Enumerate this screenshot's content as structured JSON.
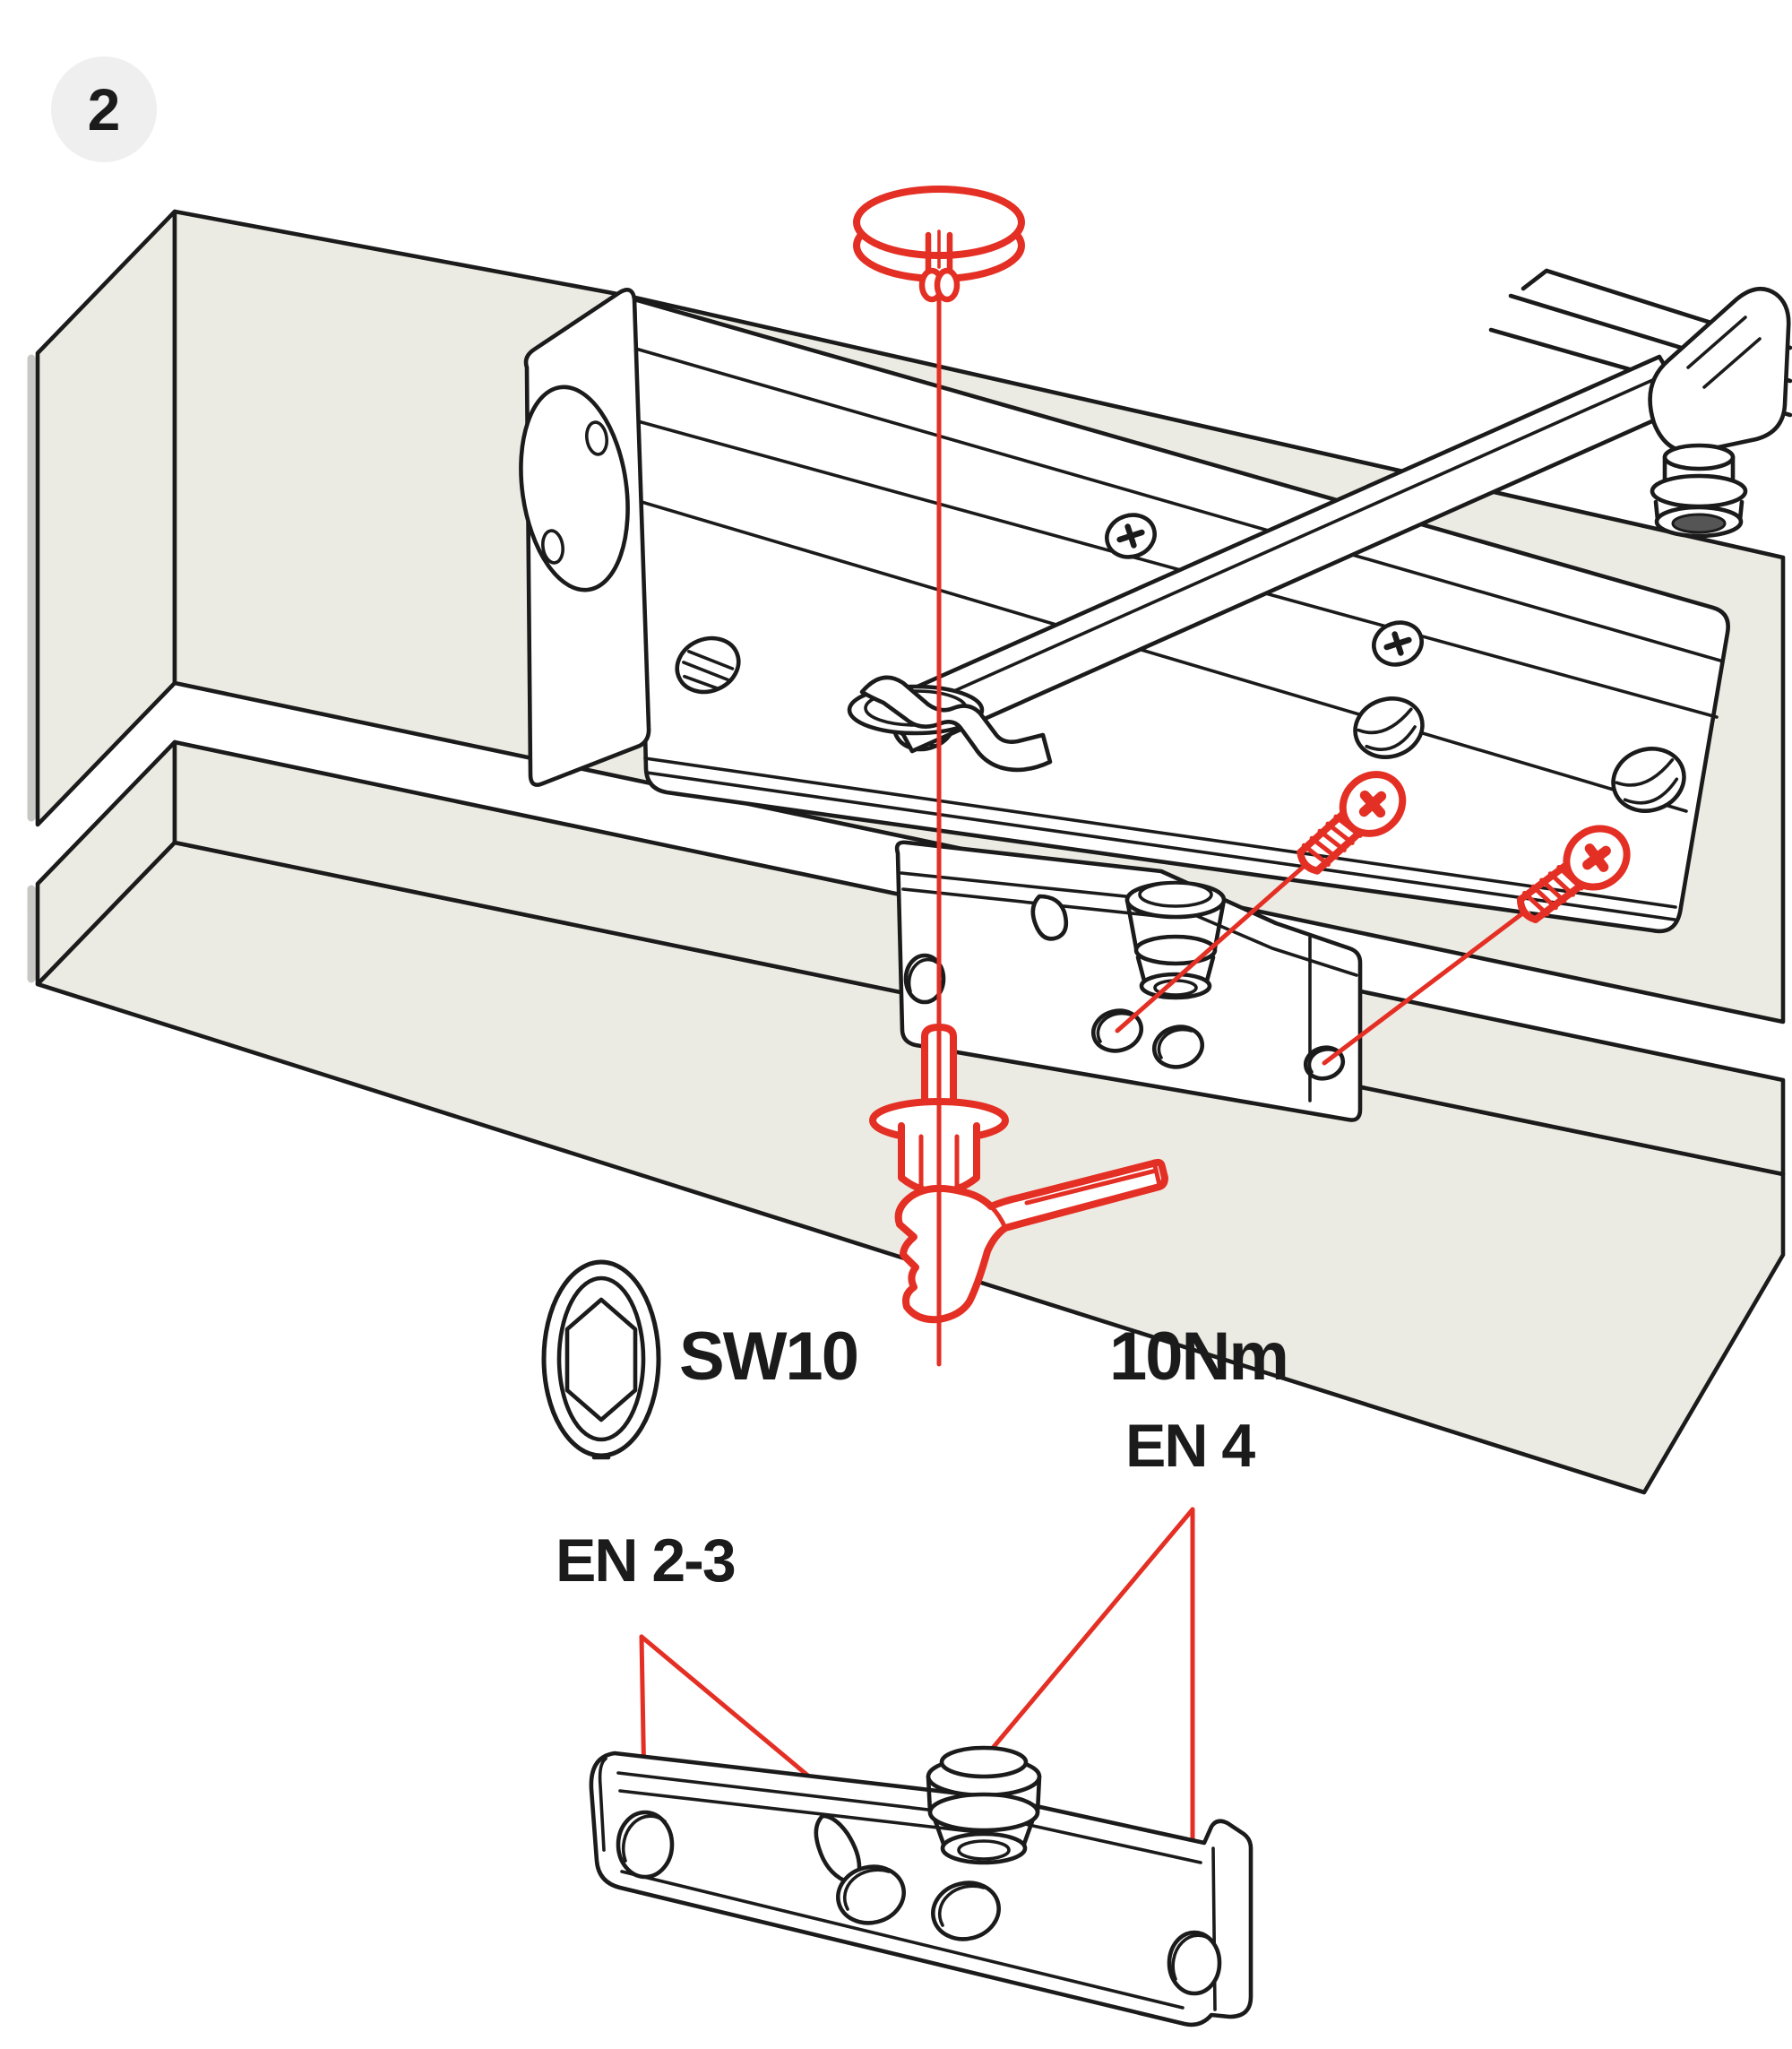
{
  "step": {
    "number": "2"
  },
  "labels": {
    "tool_size": "SW10",
    "torque": "10Nm",
    "en4": "EN 4",
    "en23": "EN 2-3"
  },
  "colors": {
    "accent_red": "#e42f24",
    "panel": "#ecebe3",
    "outline": "#1b1b1b",
    "badge_bg": "#efefef",
    "text": "#1b1b1b"
  },
  "icons": {
    "step_badge": "step-number-badge",
    "hex_socket": "hex-socket-icon",
    "open_end_wrench": "open-end-wrench-icon",
    "cover_cap": "cover-cap-icon",
    "hex_flange_bolt": "hex-flange-bolt-icon",
    "phillips_screw": "phillips-screw-icon"
  }
}
